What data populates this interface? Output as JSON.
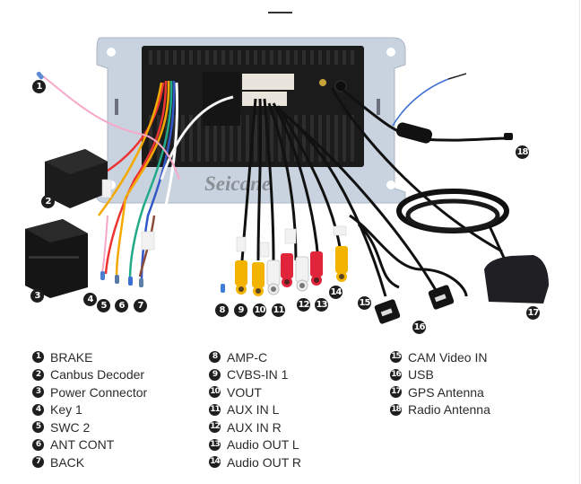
{
  "diagram": {
    "subject": "Car stereo rear wiring harness",
    "brand_watermark": "Seicane",
    "callouts": [
      {
        "id": 1,
        "label": "BRAKE"
      },
      {
        "id": 2,
        "label": "Canbus Decoder"
      },
      {
        "id": 3,
        "label": "Power Connector"
      },
      {
        "id": 4,
        "label": "Key 1"
      },
      {
        "id": 5,
        "label": "SWC 2"
      },
      {
        "id": 6,
        "label": "ANT CONT"
      },
      {
        "id": 7,
        "label": "BACK"
      },
      {
        "id": 8,
        "label": "AMP-C"
      },
      {
        "id": 9,
        "label": "CVBS-IN 1"
      },
      {
        "id": 10,
        "label": "VOUT"
      },
      {
        "id": 11,
        "label": "AUX IN L"
      },
      {
        "id": 12,
        "label": "AUX IN R"
      },
      {
        "id": 13,
        "label": "Audio OUT L"
      },
      {
        "id": 14,
        "label": "Audio OUT R"
      },
      {
        "id": 15,
        "label": "CAM Video IN"
      },
      {
        "id": 16,
        "label": "USB"
      },
      {
        "id": 17,
        "label": "GPS Antenna"
      },
      {
        "id": 18,
        "label": "Radio Antenna"
      }
    ],
    "legend_columns": [
      [
        1,
        2,
        3,
        4,
        5,
        6,
        7
      ],
      [
        8,
        9,
        10,
        11,
        12,
        13,
        14
      ],
      [
        15,
        16,
        17,
        18
      ]
    ],
    "colors": {
      "rca_yellow": "#f2b400",
      "rca_red": "#e0243a",
      "rca_white": "#f2f2f2",
      "callout_fill": "#1e1e1e",
      "frame": "#c9d3e0",
      "unit_body": "#1b1b1b"
    }
  }
}
